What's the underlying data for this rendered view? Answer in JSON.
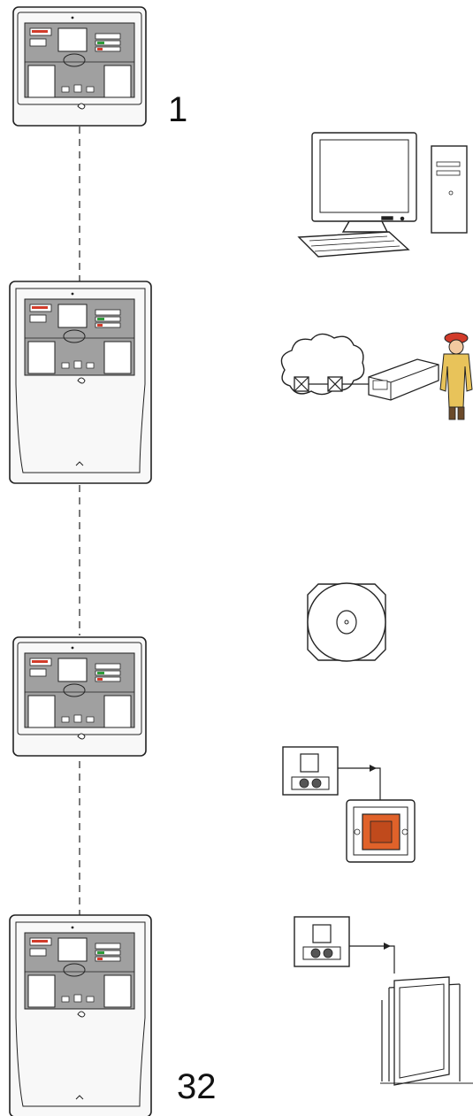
{
  "labels": {
    "first_panel_number": "1",
    "last_panel_number": "32"
  },
  "colors": {
    "line": "#222222",
    "panel_face": "#eeeeee",
    "display_gray": "#9a9a9a",
    "accent_red": "#d23b2a",
    "accent_green": "#2e9b3a",
    "alarm_button_orange": "#e0622a",
    "firefighter_yellow": "#e8c35a"
  },
  "panels": [
    {
      "type": "compact",
      "label_ref": "first_panel_number"
    },
    {
      "type": "tall"
    },
    {
      "type": "compact"
    },
    {
      "type": "tall",
      "label_ref": "last_panel_number"
    }
  ],
  "peripherals": [
    {
      "icon": "computer-workstation-icon"
    },
    {
      "icon": "network-transmission-firefighter-icon"
    },
    {
      "icon": "sounder-siren-icon"
    },
    {
      "icon": "manual-call-point-icon"
    },
    {
      "icon": "door-holder-icon"
    }
  ]
}
